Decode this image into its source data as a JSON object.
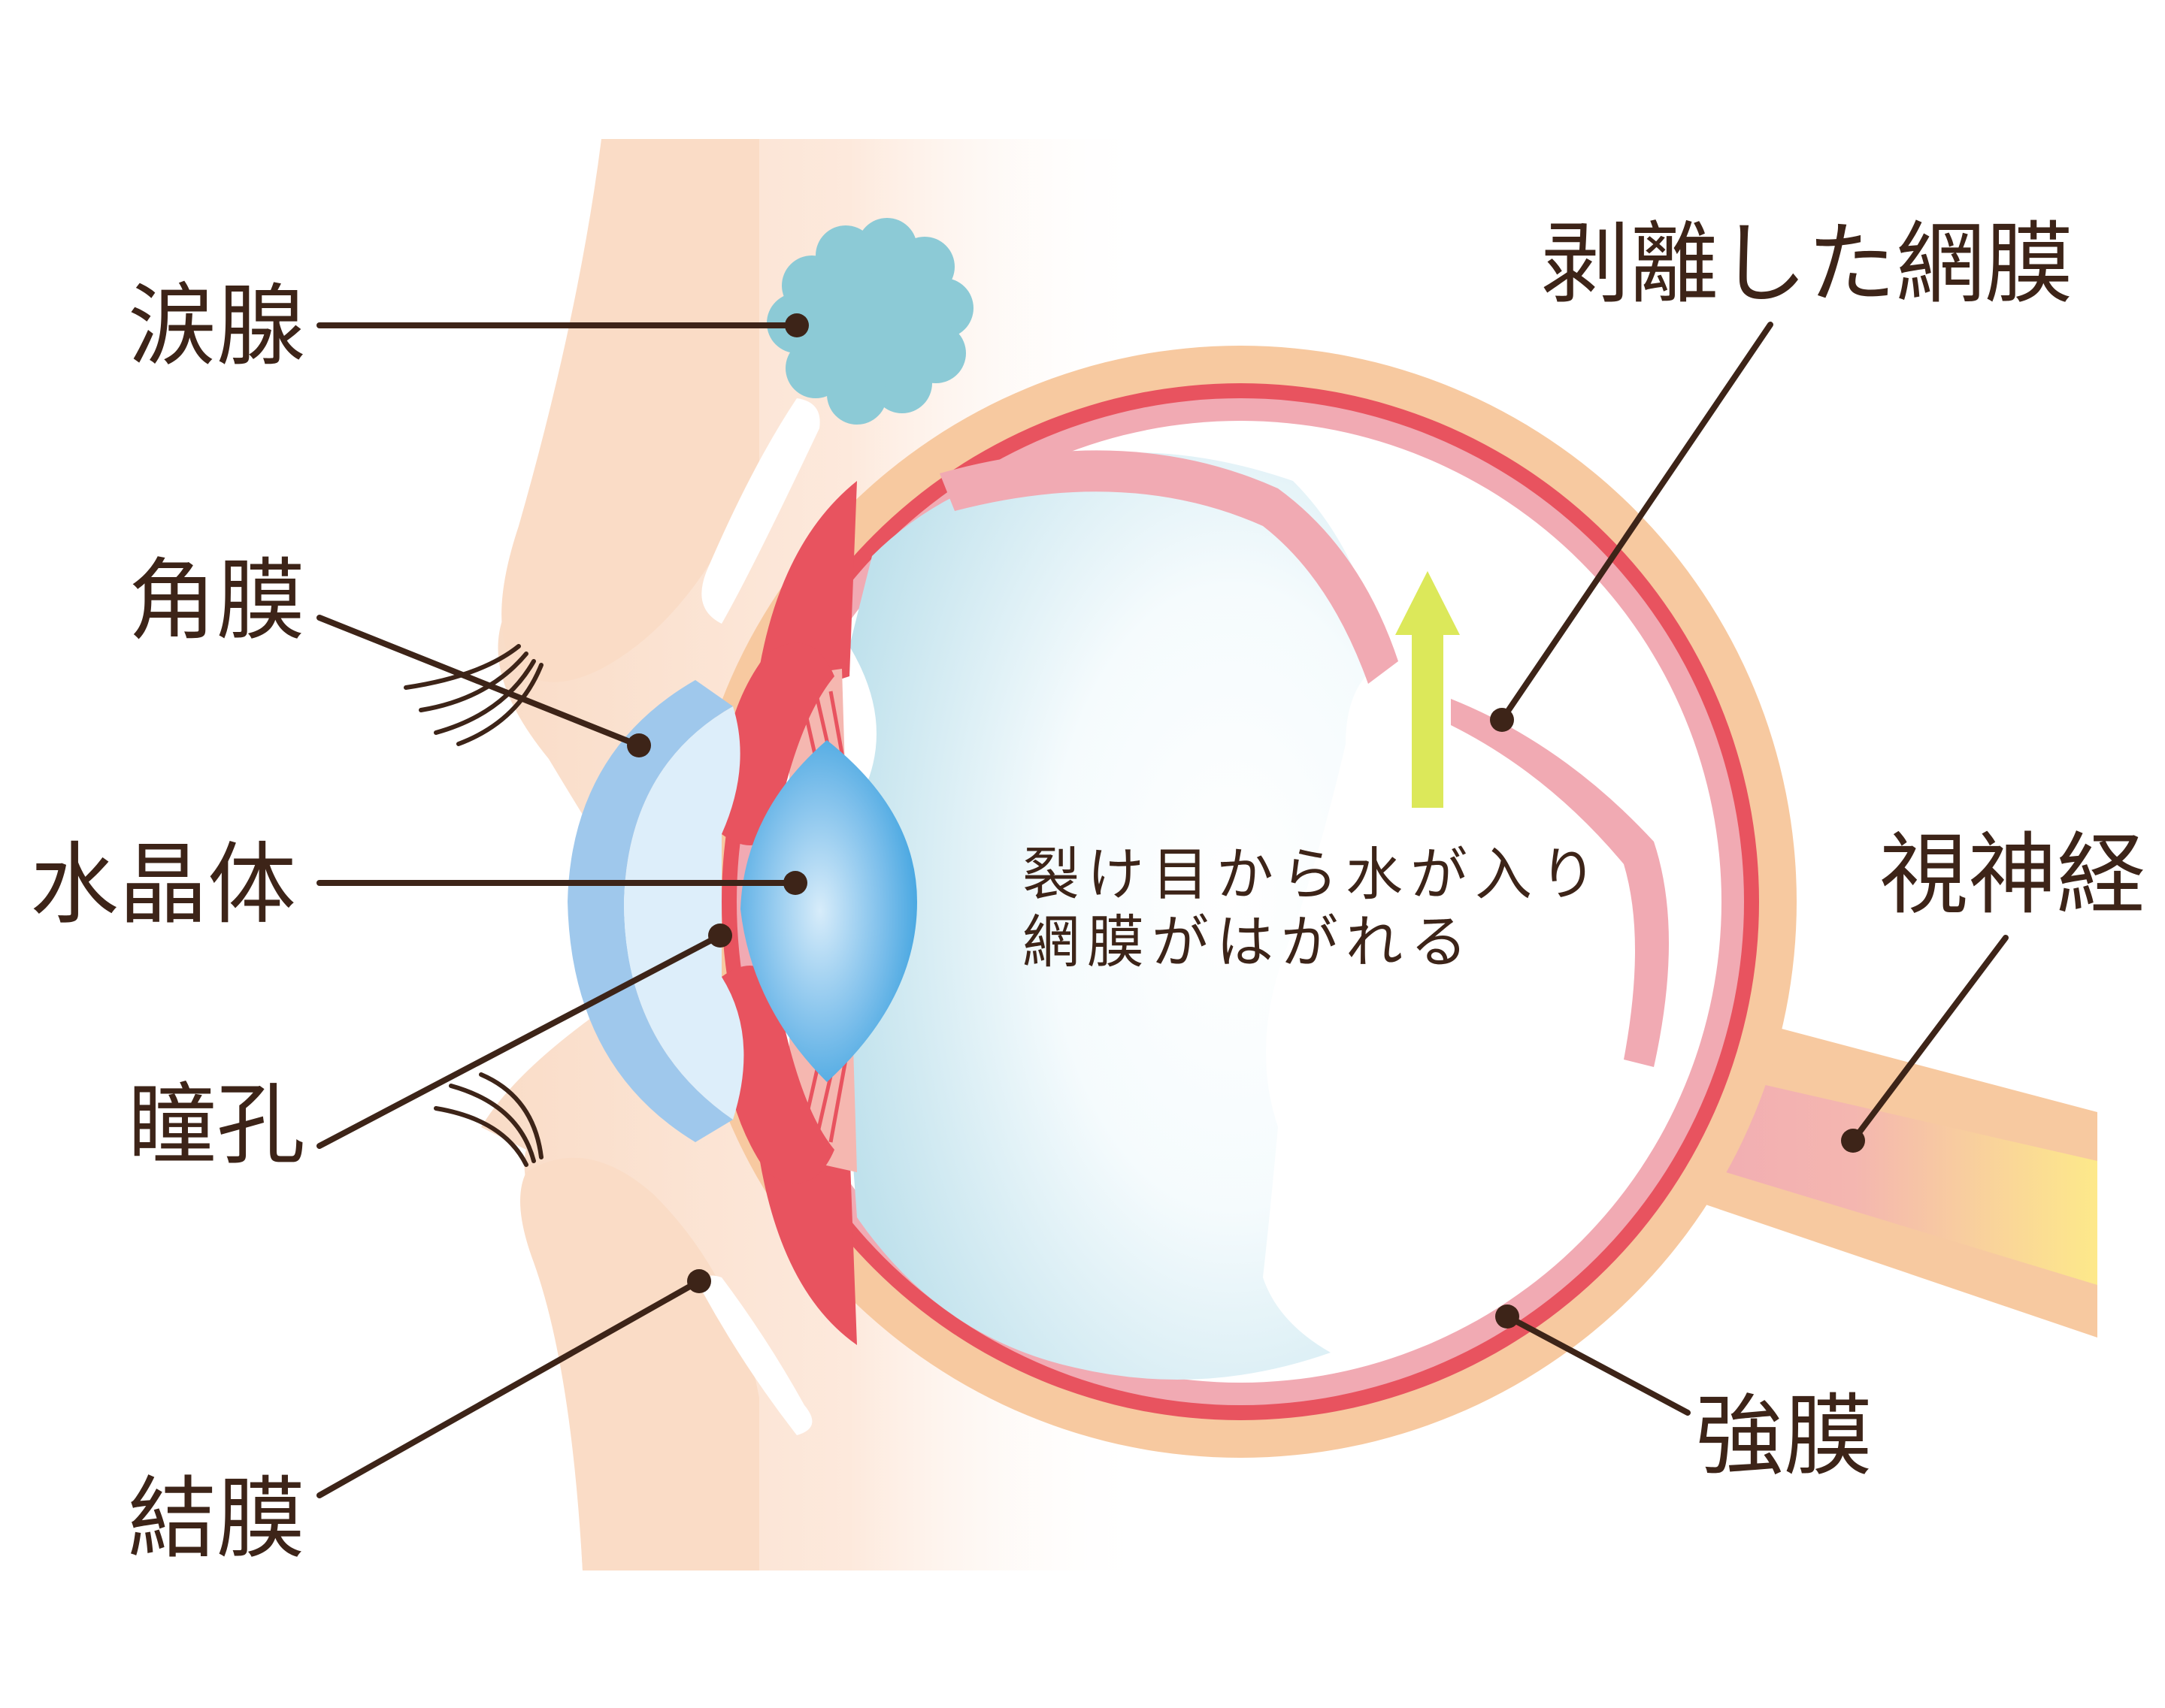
{
  "diagram": {
    "labels": {
      "lacrimal_gland": "涙腺",
      "cornea": "角膜",
      "lens": "水晶体",
      "pupil": "瞳孔",
      "conjunctiva": "結膜",
      "detached_retina": "剥離した網膜",
      "optic_nerve": "視神経",
      "sclera": "強膜"
    },
    "annotation": {
      "line1": "裂け目から水が入り",
      "line2": "網膜がはがれる"
    }
  },
  "colors": {
    "skin": "#fbe3d2",
    "sclera": "#f7c9a0",
    "choroid": "#e8535f",
    "retina": "#f1aab3",
    "vitreous": "#d7eef5",
    "cornea": "#9fc8ec",
    "lens": "#4aa8e2",
    "lacrimal": "#8ccad6",
    "arrow": "#dce85a",
    "nerve_core": "#fde38a",
    "text": "#3d2418"
  }
}
